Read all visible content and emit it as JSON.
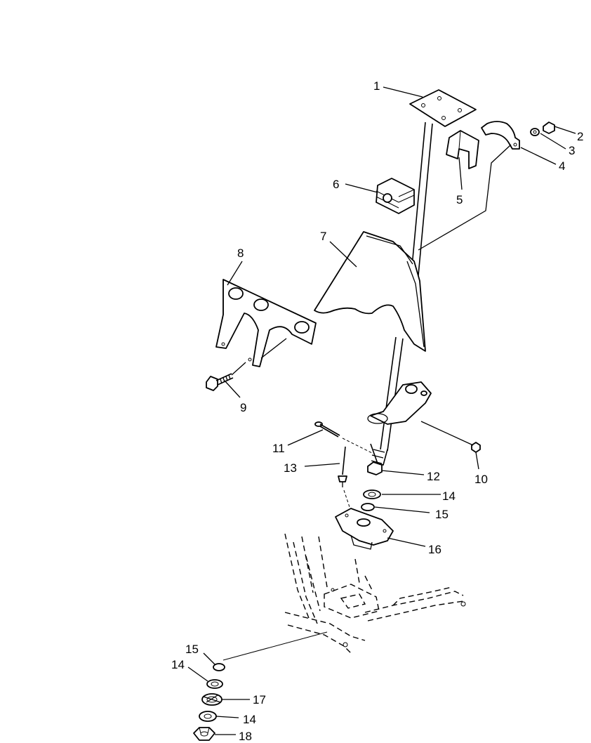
{
  "callouts": [
    {
      "id": "c1",
      "text": "1"
    },
    {
      "id": "c2",
      "text": "2"
    },
    {
      "id": "c3",
      "text": "3"
    },
    {
      "id": "c4",
      "text": "4"
    },
    {
      "id": "c5",
      "text": "5"
    },
    {
      "id": "c6",
      "text": "6"
    },
    {
      "id": "c7",
      "text": "7"
    },
    {
      "id": "c8",
      "text": "8"
    },
    {
      "id": "c9",
      "text": "9"
    },
    {
      "id": "c10",
      "text": "10"
    },
    {
      "id": "c11",
      "text": "11"
    },
    {
      "id": "c12",
      "text": "12"
    },
    {
      "id": "c13",
      "text": "13"
    },
    {
      "id": "c14a",
      "text": "14"
    },
    {
      "id": "c15a",
      "text": "15"
    },
    {
      "id": "c16",
      "text": "16"
    },
    {
      "id": "c15b",
      "text": "15"
    },
    {
      "id": "c14b",
      "text": "14"
    },
    {
      "id": "c17",
      "text": "17"
    },
    {
      "id": "c14c",
      "text": "14"
    },
    {
      "id": "c18",
      "text": "18"
    }
  ]
}
